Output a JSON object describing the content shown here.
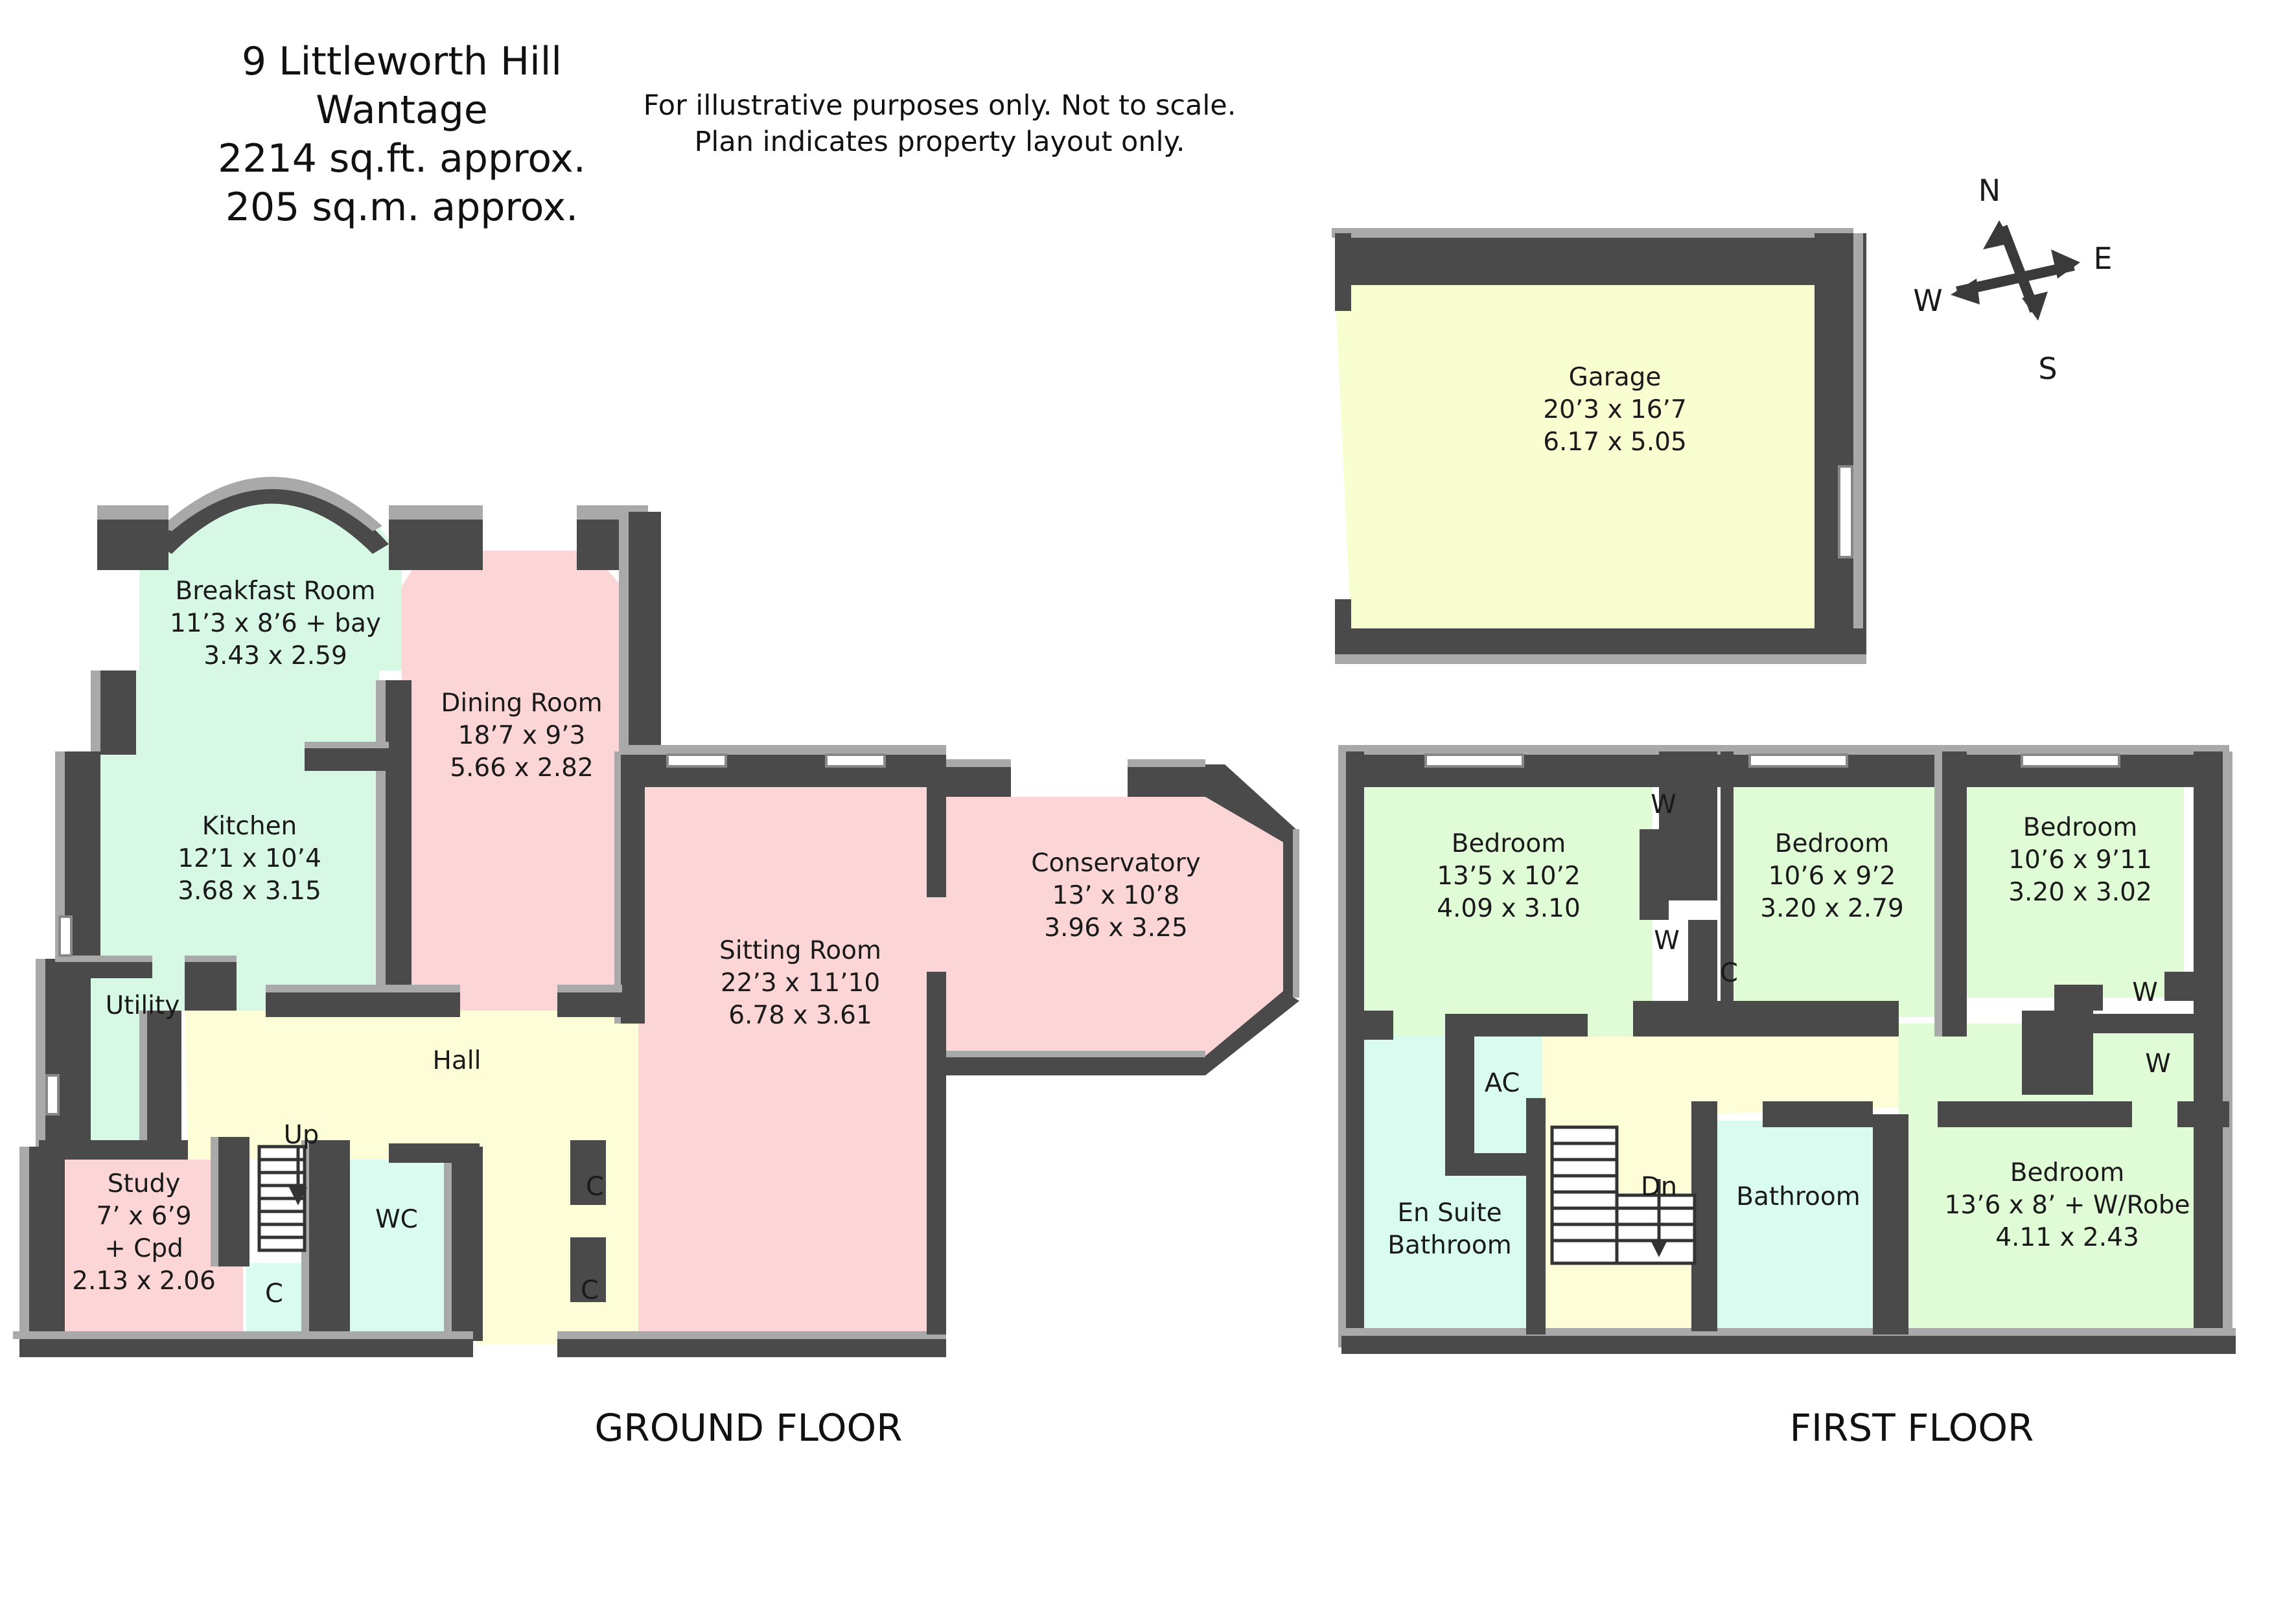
{
  "header": {
    "address_line1": "9 Littleworth Hill",
    "address_line2": "Wantage",
    "area_sqft": "2214 sq.ft. approx.",
    "area_sqm": "205 sq.m. approx.",
    "disclaimer_line1": "For illustrative purposes only. Not to scale.",
    "disclaimer_line2": "Plan indicates property layout only."
  },
  "compass": {
    "n": "N",
    "e": "E",
    "s": "S",
    "w": "W"
  },
  "floors": {
    "ground": "GROUND FLOOR",
    "first": "FIRST FLOOR"
  },
  "colors": {
    "wall": "#4a4a4a",
    "wall_top": "#a9a9a9",
    "mint": "#d8f8e6",
    "pink": "#fcd6d6",
    "yellow": "#fdfed8",
    "green": "#e0fcd6",
    "garage": "#f8fed0",
    "cyan": "#dafcf0"
  },
  "rooms": {
    "breakfast": {
      "name": "Breakfast Room",
      "imperial": "11’3 x 8’6 + bay",
      "metric": "3.43 x 2.59"
    },
    "dining": {
      "name": "Dining Room",
      "imperial": "18’7 x 9’3",
      "metric": "5.66 x 2.82"
    },
    "kitchen": {
      "name": "Kitchen",
      "imperial": "12’1 x 10’4",
      "metric": "3.68 x 3.15"
    },
    "utility": {
      "name": "Utility"
    },
    "hall": {
      "name": "Hall"
    },
    "study": {
      "name": "Study",
      "imperial": "7’ x 6’9",
      "extra": "+ Cpd",
      "metric": "2.13 x 2.06"
    },
    "wc": {
      "name": "WC"
    },
    "sitting": {
      "name": "Sitting Room",
      "imperial": "22’3 x 11’10",
      "metric": "6.78 x 3.61"
    },
    "conservatory": {
      "name": "Conservatory",
      "imperial": "13’ x 10’8",
      "metric": "3.96 x 3.25"
    },
    "garage": {
      "name": "Garage",
      "imperial": "20’3 x 16’7",
      "metric": "6.17 x 5.05"
    },
    "bedroom1": {
      "name": "Bedroom",
      "imperial": "13’5 x 10’2",
      "metric": "4.09 x 3.10"
    },
    "bedroom2": {
      "name": "Bedroom",
      "imperial": "10’6 x 9’2",
      "metric": "3.20 x 2.79"
    },
    "bedroom3": {
      "name": "Bedroom",
      "imperial": "10’6 x 9’11",
      "metric": "3.20 x 3.02"
    },
    "bedroom4": {
      "name": "Bedroom",
      "imperial": "13’6 x 8’ + W/Robe",
      "metric": "4.11 x 2.43"
    },
    "ensuite": {
      "line1": "En Suite",
      "line2": "Bathroom"
    },
    "bathroom": {
      "name": "Bathroom"
    }
  },
  "markers": {
    "up": "Up",
    "down": "Dn",
    "cupboard": "C",
    "wardrobe": "W",
    "airing": "AC"
  }
}
